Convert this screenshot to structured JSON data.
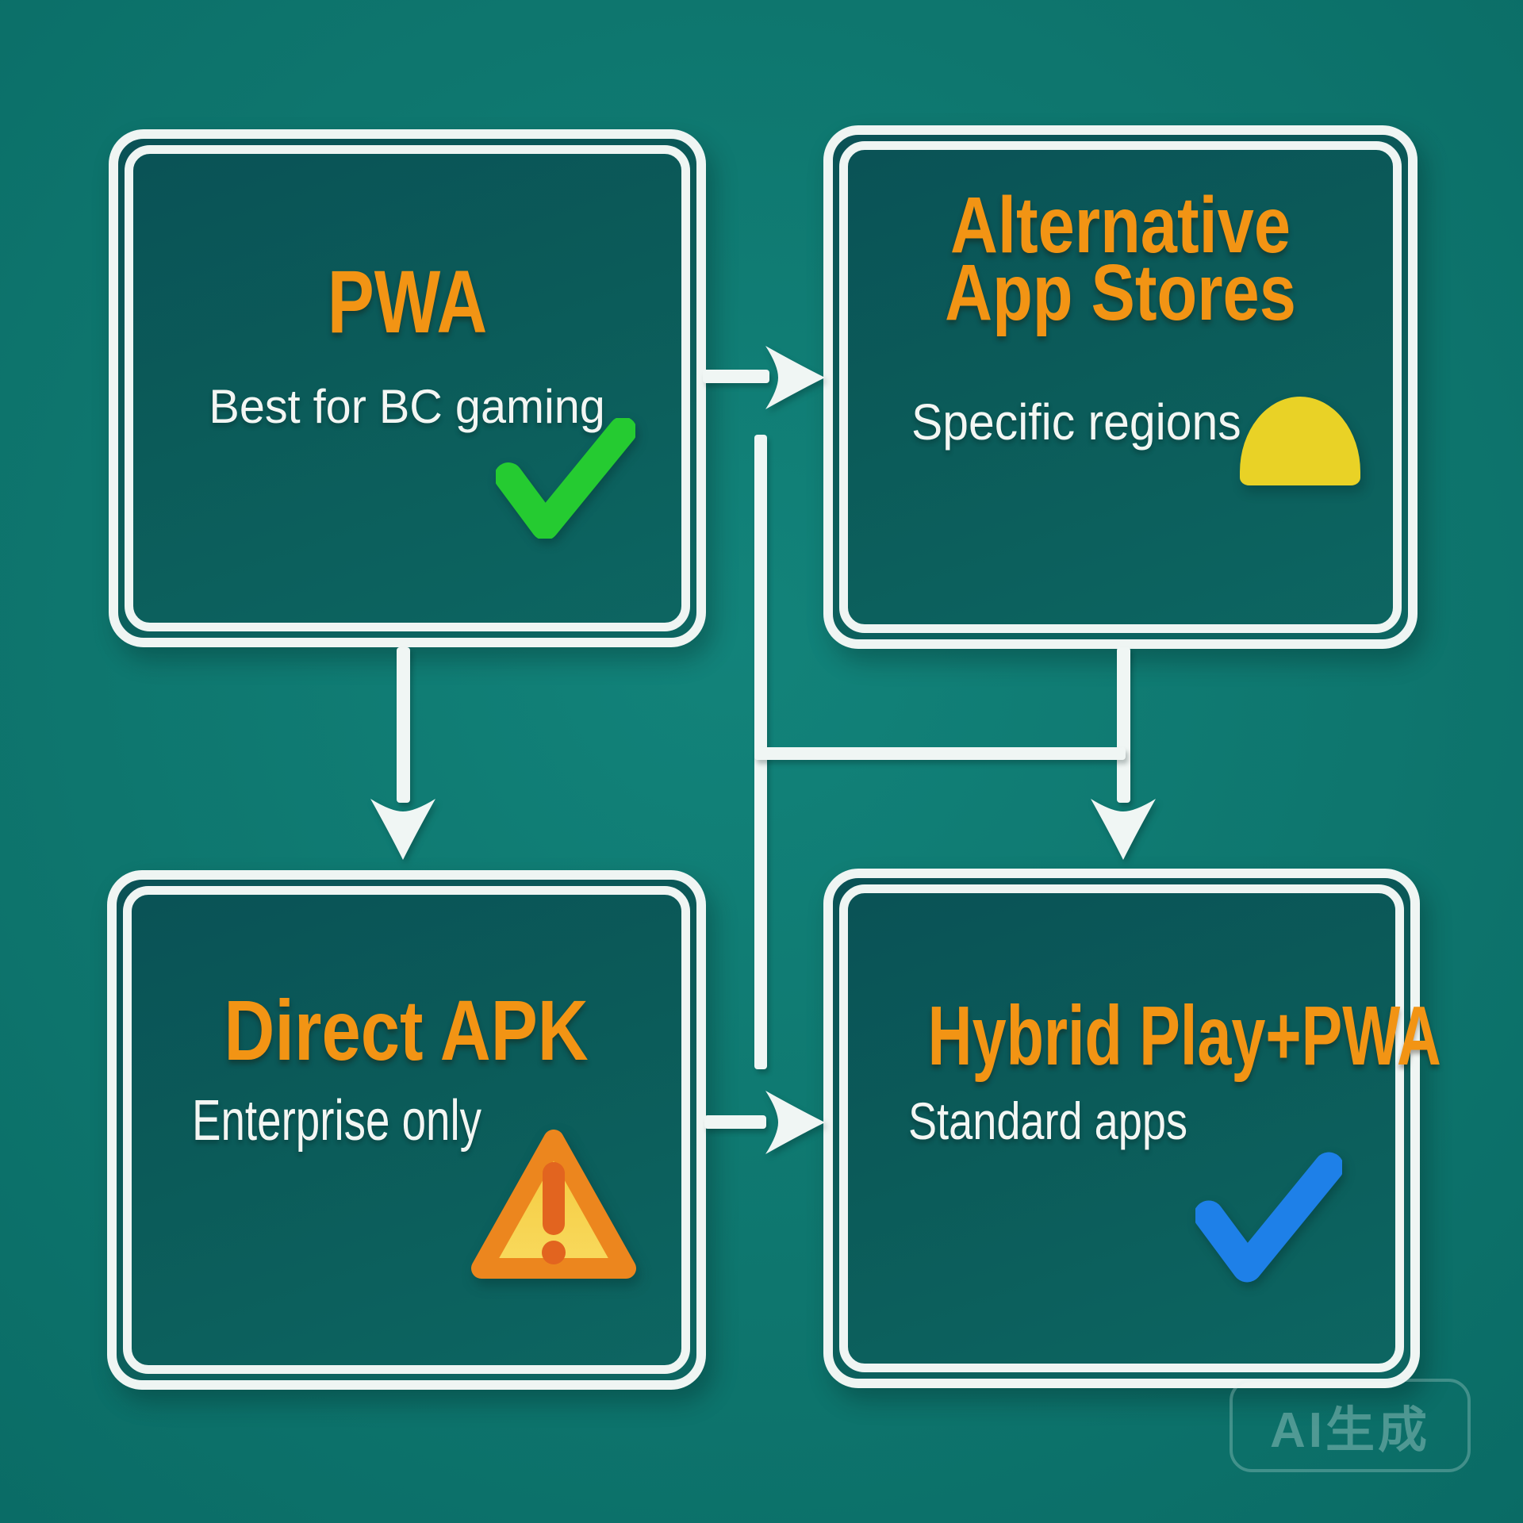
{
  "page": {
    "type": "flow-diagram",
    "topic": "Android app distribution options"
  },
  "nodes": [
    {
      "id": "pwa",
      "title": "PWA",
      "subtitle": "Best for BC gaming",
      "status_icon": "check-icon",
      "status_color": "#25CB31"
    },
    {
      "id": "alternative-app-stores",
      "title": "Alternative App Stores",
      "title_lines": [
        "Alternative",
        "App Stores"
      ],
      "subtitle": "Specific regions",
      "status_icon": "dome-icon",
      "status_color": "#E9D226"
    },
    {
      "id": "direct-apk",
      "title": "Direct APK",
      "subtitle": "Enterprise only",
      "status_icon": "warning-icon",
      "status_color": "#EC861E"
    },
    {
      "id": "hybrid-play-pwa",
      "title": "Hybrid Play+PWA",
      "subtitle": "Standard apps",
      "status_icon": "check-icon",
      "status_color": "#1E80E8"
    }
  ],
  "edges": [
    {
      "from": "pwa",
      "to": "alternative-app-stores",
      "style": "arrow-right"
    },
    {
      "from": "pwa",
      "to": "direct-apk",
      "style": "arrow-down"
    },
    {
      "from": "alternative-app-stores",
      "to": "hybrid-play-pwa",
      "style": "arrow-down"
    },
    {
      "from": "direct-apk",
      "to": "hybrid-play-pwa",
      "style": "arrow-right"
    }
  ],
  "watermark": {
    "label": "AI生成"
  },
  "colors": {
    "background": "#0E766F",
    "node_fill": "#0B5B59",
    "border_white": "#EFF5F3",
    "title_orange": "#F29414",
    "subtitle_white": "#F3F6F3",
    "check_green": "#25CB31",
    "check_blue": "#1E80E8",
    "dome_yellow": "#E9D226",
    "warning_border": "#EC861E",
    "warning_fill": "#F6CC42",
    "warning_mark": "#E2641F"
  }
}
